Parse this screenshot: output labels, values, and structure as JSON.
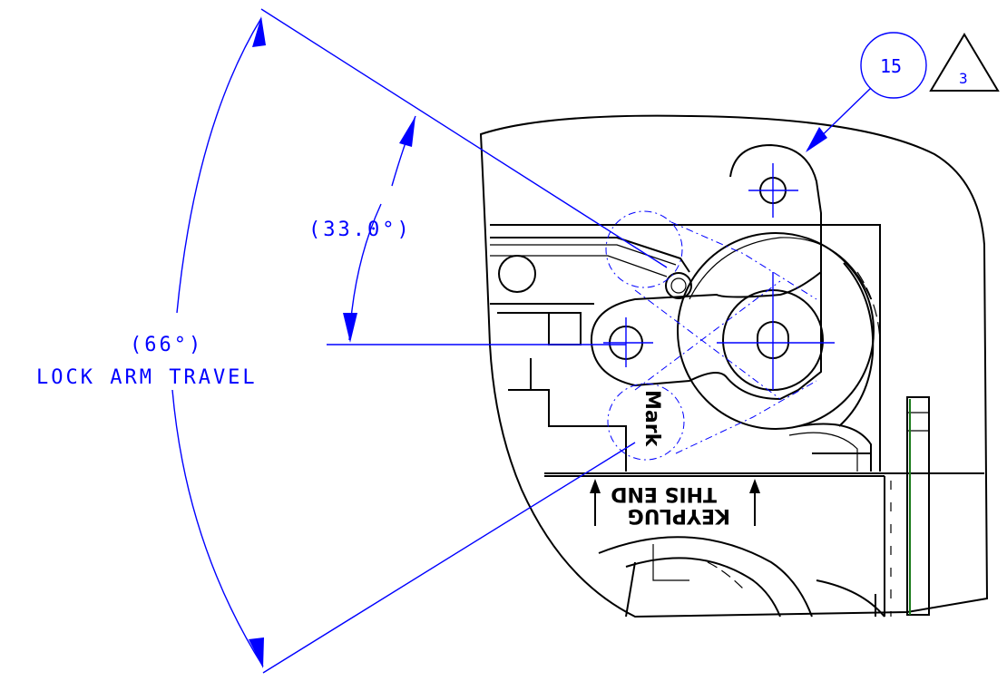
{
  "dimensions": {
    "half_angle": "(33.0°)",
    "full_angle": "(66°)",
    "travel_label": "LOCK ARM TRAVEL"
  },
  "callouts": {
    "item_number": "15",
    "revision_flag": "3"
  },
  "part_markings": {
    "keyplug_line1": "KEYPLUG",
    "keyplug_line2": "THIS END",
    "mark": "Mark"
  },
  "colors": {
    "dimension": "#0000ff",
    "geometry": "#000000",
    "accent_line": "#1a7a1a"
  }
}
